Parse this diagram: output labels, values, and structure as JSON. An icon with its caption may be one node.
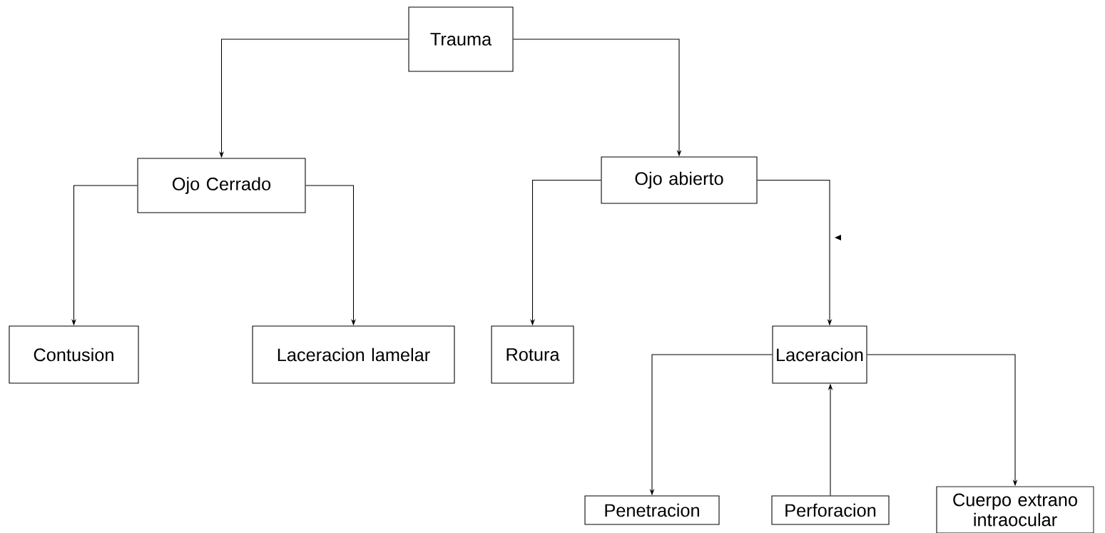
{
  "diagram": {
    "nodes": [
      {
        "text": [
          "Trauma"
        ]
      },
      {
        "text": [
          "Ojo Cerrado"
        ]
      },
      {
        "text": [
          "Ojo abierto"
        ]
      },
      {
        "text": [
          "Contusion"
        ]
      },
      {
        "text": [
          "Laceracion lamelar"
        ]
      },
      {
        "text": [
          "Rotura"
        ]
      },
      {
        "text": [
          "Laceracion"
        ]
      },
      {
        "text": [
          "Penetracion"
        ]
      },
      {
        "text": [
          "Perforacion"
        ]
      },
      {
        "text": [
          "Cuerpo extrano intraocular"
        ]
      }
    ],
    "edges": [
      {
        "from": 0,
        "to": 1,
        "arrow": "to"
      },
      {
        "from": 0,
        "to": 2,
        "arrow": "to"
      },
      {
        "from": 1,
        "to": 3,
        "arrow": "to"
      },
      {
        "from": 1,
        "to": 4,
        "arrow": "to"
      },
      {
        "from": 2,
        "to": 5,
        "arrow": "to"
      },
      {
        "from": 2,
        "to": 6,
        "arrow": "to"
      },
      {
        "from": 6,
        "to": 7,
        "arrow": "to"
      },
      {
        "from": 8,
        "to": 6,
        "arrow": "to"
      },
      {
        "from": 6,
        "to": 9,
        "arrow": "to"
      }
    ]
  }
}
